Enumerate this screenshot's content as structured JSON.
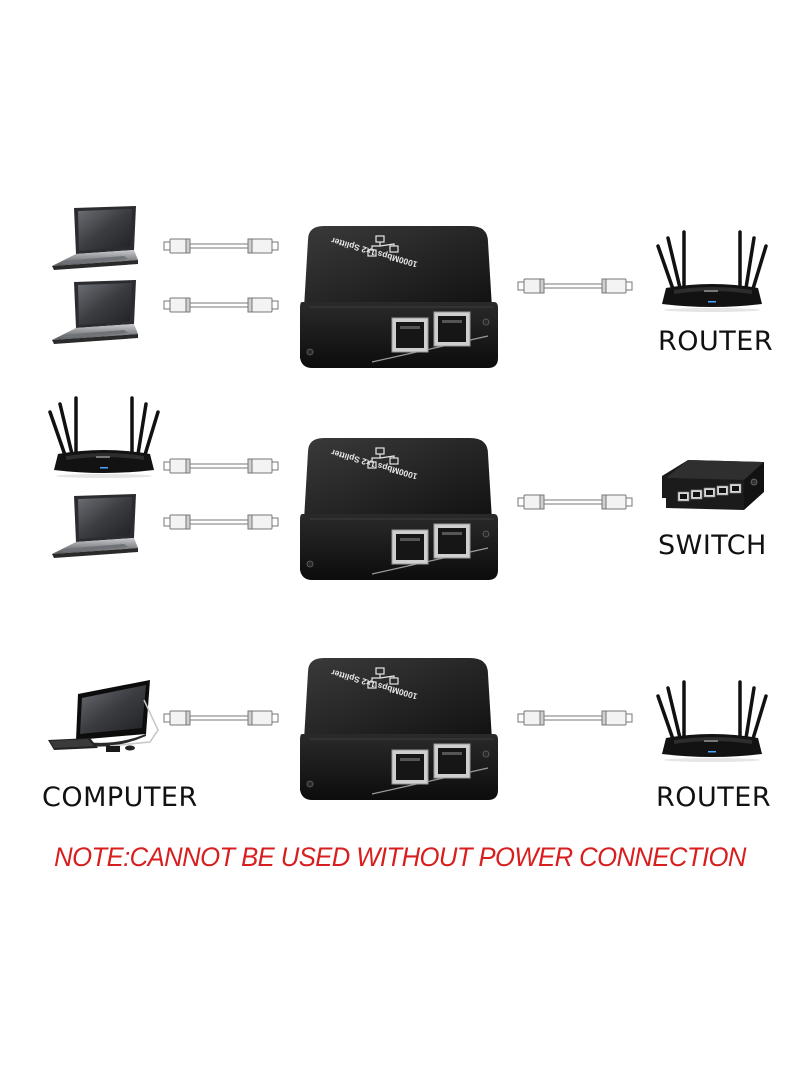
{
  "diagram": {
    "title": "1000Mbps 1x2 Splitter connection scenarios",
    "splitter": {
      "label": "1000Mbps 1x2 Splitter",
      "body_color": "#1e1e1e",
      "port_count": 2
    },
    "scenarios": [
      {
        "name": "two-laptops-to-router",
        "left_devices": [
          "laptop",
          "laptop"
        ],
        "right_device": "router",
        "right_label": "ROUTER"
      },
      {
        "name": "router-and-laptop-to-switch",
        "left_devices": [
          "router",
          "laptop"
        ],
        "right_device": "switch",
        "right_label": "SWITCH"
      },
      {
        "name": "computer-to-router",
        "left_devices": [
          "computer"
        ],
        "left_label": "COMPUTER",
        "right_device": "router",
        "right_label": "ROUTER"
      }
    ],
    "note": {
      "text": "NOTE:CANNOT BE USED WITHOUT POWER CONNECTION",
      "color": "#d81e1e"
    }
  }
}
